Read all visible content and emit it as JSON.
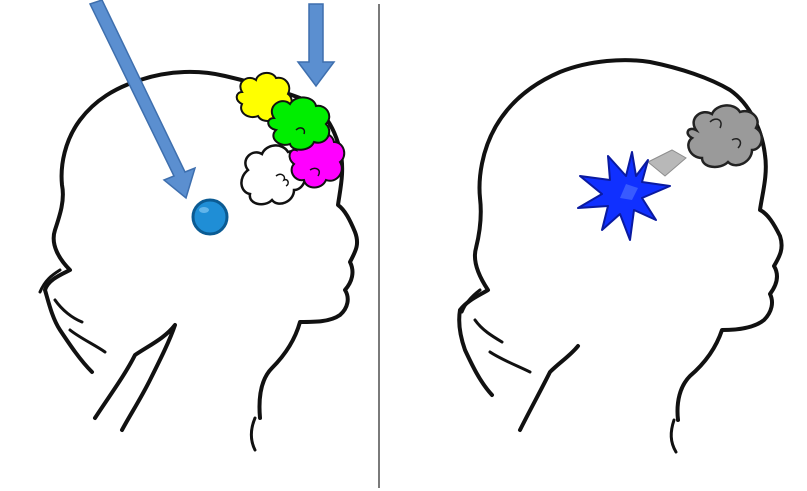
{
  "figure": {
    "panels": [
      {
        "id": "left",
        "content": "head-silhouette-with-arrows-clouds-and-ball"
      },
      {
        "id": "right",
        "content": "head-silhouette-with-gray-cloud-and-blue-starburst"
      }
    ],
    "colors": {
      "outline": "#111111",
      "divider": "#7a7a7a",
      "arrow": "#5b8fd0",
      "arrow_edge": "#3e6fae",
      "ball": "#1f8ed6",
      "ball_dark": "#0b5b93",
      "cloud_yellow": "#ffff00",
      "cloud_green": "#00ee00",
      "cloud_magenta": "#ff00ff",
      "cloud_white": "#ffffff",
      "cloud_gray": "#9a9a9a",
      "starburst": "#1030ff",
      "starburst_dark": "#0a1aa0",
      "link": "#b8b8b8"
    },
    "icons": [
      "head-profile-icon",
      "arrow-down-icon",
      "cloud-icon",
      "ball-icon",
      "starburst-icon"
    ]
  }
}
